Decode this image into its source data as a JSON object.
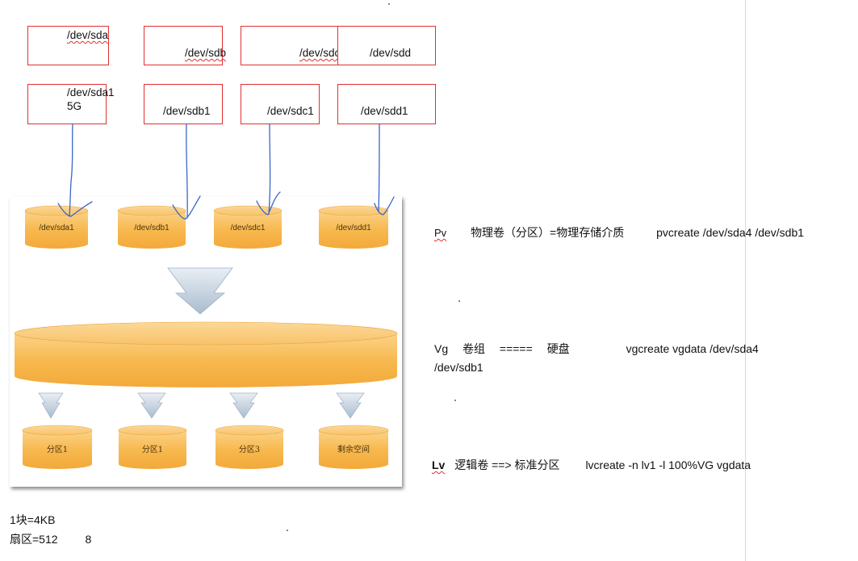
{
  "devices": [
    {
      "name": "/dev/sda"
    },
    {
      "name": "/dev/sdb"
    },
    {
      "name": "/dev/sdc"
    },
    {
      "name": "/dev/sdd"
    }
  ],
  "partitions": [
    {
      "name": "/dev/sda1",
      "size": "5G"
    },
    {
      "name": "/dev/sdb1"
    },
    {
      "name": "/dev/sdc1"
    },
    {
      "name": "/dev/sdd1"
    }
  ],
  "diagram": {
    "pv_disks": [
      "/dev/sda1",
      "/dev/sdb1",
      "/dev/sdc1",
      "/dev/sdd1"
    ],
    "lv_disks": [
      "分区1",
      "分区1",
      "分区3",
      "剩余空间"
    ]
  },
  "annotations": {
    "pv": {
      "tag": "Pv",
      "desc": "物理卷（分区）=物理存储介质",
      "cmd": "pvcreate /dev/sda4  /dev/sdb1"
    },
    "vg": {
      "tag": "Vg",
      "desc": "卷组",
      "eq": "=====",
      "desc2": "硬盘",
      "cmd": "vgcreate vgdata   /dev/sda4",
      "cmd_cont": "/dev/sdb1"
    },
    "lv": {
      "tag": "Lv",
      "desc": "逻辑卷 ==> 标准分区",
      "cmd": "lvcreate  -n lv1  -l 100%VG  vgdata"
    }
  },
  "notes": {
    "block": "1块=4KB",
    "sector_label": "扇区=512",
    "sector_count": "8"
  },
  "colors": {
    "box_border": "#e03030",
    "arrow_line": "#3a66c8",
    "cylinder": "#f7b84f",
    "down_arrow": "#b9c9db"
  }
}
